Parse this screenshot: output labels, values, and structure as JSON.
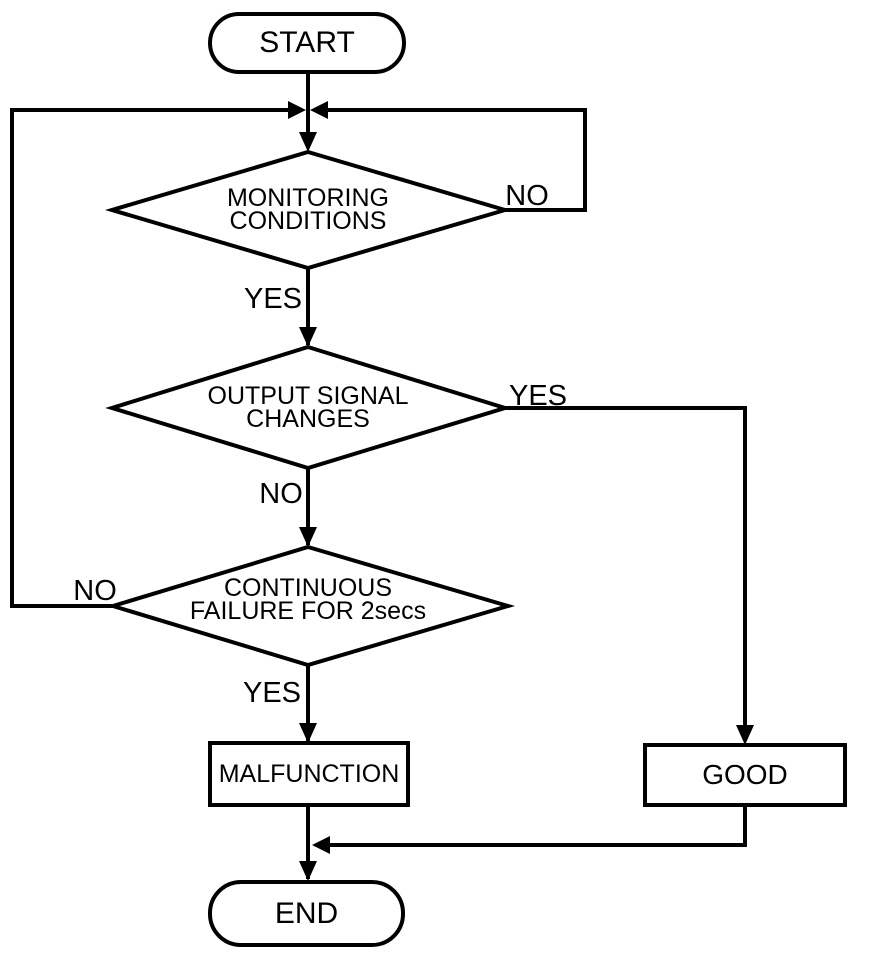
{
  "flowchart": {
    "background_color": "#ffffff",
    "line_color": "#000000",
    "text_color": "#000000",
    "nodes": {
      "start": {
        "type": "terminator",
        "label": "START"
      },
      "monitoring_conditions": {
        "type": "decision",
        "label": "MONITORING\nCONDITIONS"
      },
      "output_signal_changes": {
        "type": "decision",
        "label": "OUTPUT SIGNAL\nCHANGES"
      },
      "continuous_failure": {
        "type": "decision",
        "label": "CONTINUOUS\nFAILURE FOR 2secs"
      },
      "malfunction": {
        "type": "process",
        "label": "MALFUNCTION"
      },
      "good": {
        "type": "process",
        "label": "GOOD"
      },
      "end": {
        "type": "terminator",
        "label": "END"
      }
    },
    "edge_labels": {
      "monitoring_no": "NO",
      "monitoring_yes": "YES",
      "output_yes": "YES",
      "output_no": "NO",
      "continuous_no": "NO",
      "continuous_yes": "YES"
    }
  }
}
